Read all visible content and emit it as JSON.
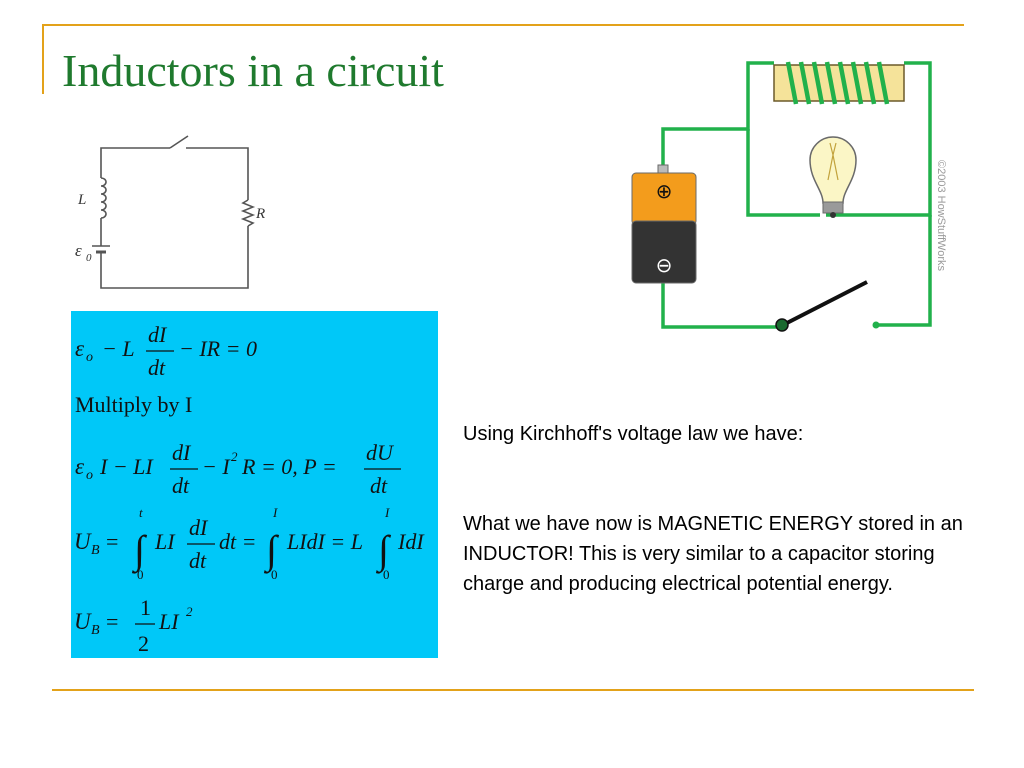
{
  "slide": {
    "title": "Inductors in a circuit",
    "kirchhoff_text": "Using Kirchhoff's voltage law we have:",
    "energy_text": "What we have now is MAGNETIC ENERGY stored in an INDUCTOR!  This is very similar to a capacitor storing charge and producing electrical potential energy.",
    "accent_color": "#e3a21a",
    "title_color": "#1f7a2e",
    "equation_bg_color": "#00c8f8"
  },
  "schematic": {
    "inductor_label": "L",
    "resistor_label": "R",
    "emf_label": "ε",
    "emf_subscript": "0"
  },
  "equations": {
    "line1": {
      "eps": "ε",
      "sub_o": "o",
      "minus_L": "− L",
      "num": "dI",
      "den": "dt",
      "rest": "− IR = 0"
    },
    "line2": "Multiply by I",
    "line3": {
      "eps": "ε",
      "sub_o": "o",
      "I_minus_LI": "I − LI",
      "num": "dI",
      "den": "dt",
      "minus_I": "− I",
      "exp2": "2",
      "R_zero": "R = 0, P =",
      "num2": "dU",
      "den2": "dt"
    },
    "line4": {
      "U": "U",
      "sub_B": "B",
      "eq": "=",
      "int1_upper": "t",
      "int1_lower": "0",
      "LI": "LI",
      "num": "dI",
      "den": "dt",
      "dt_eq": "dt =",
      "int2_upper": "I",
      "int2_lower": "0",
      "LIdI": "LIdI = L",
      "int3_upper": "I",
      "int3_lower": "0",
      "IdI": "IdI"
    },
    "line5": {
      "U": "U",
      "sub_B": "B",
      "eq": "=",
      "num": "1",
      "den": "2",
      "LI": "LI",
      "exp2": "2"
    }
  },
  "illustration": {
    "battery_plus": "⊕",
    "battery_minus": "⊖",
    "copyright": "©2003 HowStuffWorks"
  }
}
